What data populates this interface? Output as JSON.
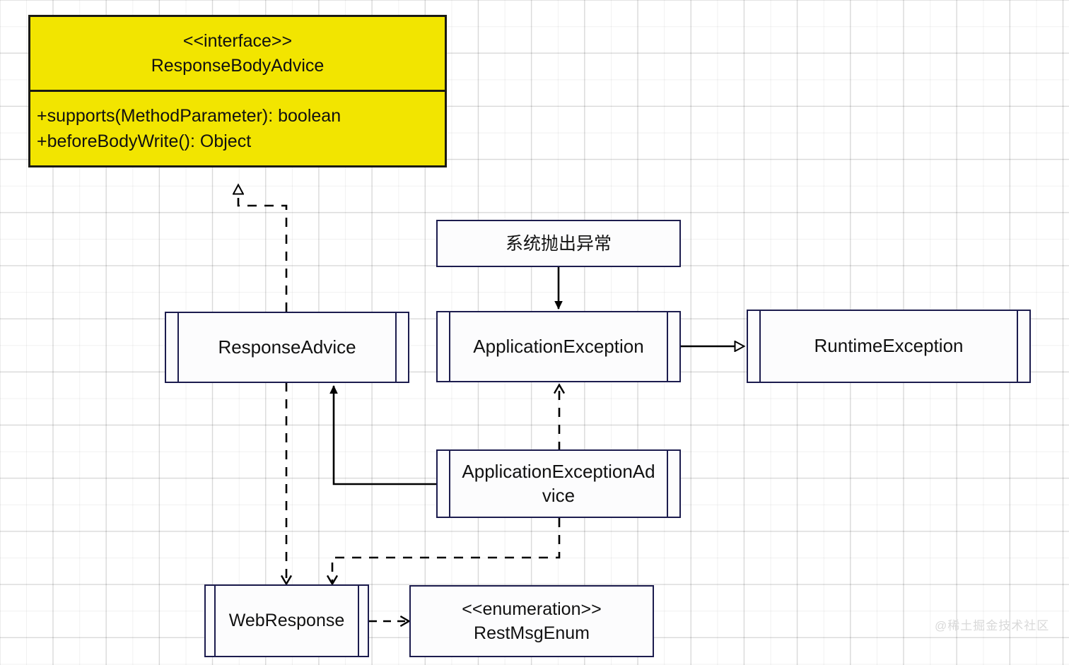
{
  "diagram": {
    "title": "UML class diagram - ResponseBodyAdvice / exception handling",
    "watermark": "@稀土掘金技术社区",
    "colors": {
      "interface_fill": "#F2E500",
      "interface_border": "#1a1a14",
      "class_border": "#1c1c4e",
      "class_fill": "#FCFCFD",
      "connector": "#000000",
      "grid": "#e9e9e9"
    },
    "nodes": {
      "response_body_advice": {
        "stereotype": "<<interface>>",
        "name": "ResponseBodyAdvice",
        "operations": [
          "+supports(MethodParameter): boolean",
          "+beforeBodyWrite(): Object"
        ]
      },
      "system_throws": {
        "name": "系统抛出异常"
      },
      "response_advice": {
        "name": "ResponseAdvice"
      },
      "application_exception": {
        "name": "ApplicationException"
      },
      "runtime_exception": {
        "name": "RuntimeException"
      },
      "application_exception_advice": {
        "name_line1": "ApplicationExceptionAd",
        "name_line2": "vice"
      },
      "web_response": {
        "name": "WebResponse"
      },
      "rest_msg_enum": {
        "stereotype": "<<enumeration>>",
        "name": "RestMsgEnum"
      }
    },
    "edges": [
      {
        "id": "realization-responseadvice-to-interface",
        "from": "ResponseAdvice",
        "to": "ResponseBodyAdvice",
        "style": "dashed",
        "arrow": "hollow-triangle",
        "type": "realization"
      },
      {
        "id": "flow-systemthrows-to-applicationexception",
        "from": "系统抛出异常",
        "to": "ApplicationException",
        "style": "solid",
        "arrow": "filled",
        "type": "flow"
      },
      {
        "id": "generalization-applicationexception-to-runtimeexception",
        "from": "ApplicationException",
        "to": "RuntimeException",
        "style": "solid",
        "arrow": "hollow-triangle",
        "type": "generalization"
      },
      {
        "id": "dependency-advice-to-applicationexception",
        "from": "ApplicationExceptionAdvice",
        "to": "ApplicationException",
        "style": "dashed",
        "arrow": "open",
        "type": "dependency"
      },
      {
        "id": "association-advice-to-responseadvice",
        "from": "ApplicationExceptionAdvice",
        "to": "ResponseAdvice",
        "style": "solid",
        "arrow": "filled",
        "type": "association"
      },
      {
        "id": "dependency-advice-to-webresponse",
        "from": "ApplicationExceptionAdvice",
        "to": "WebResponse",
        "style": "dashed",
        "arrow": "open",
        "type": "dependency"
      },
      {
        "id": "dependency-responseadvice-to-webresponse",
        "from": "ResponseAdvice",
        "to": "WebResponse",
        "style": "dashed",
        "arrow": "open",
        "type": "dependency"
      },
      {
        "id": "dependency-webresponse-to-restmsgenum",
        "from": "WebResponse",
        "to": "RestMsgEnum",
        "style": "dashed",
        "arrow": "open",
        "type": "dependency"
      }
    ]
  }
}
